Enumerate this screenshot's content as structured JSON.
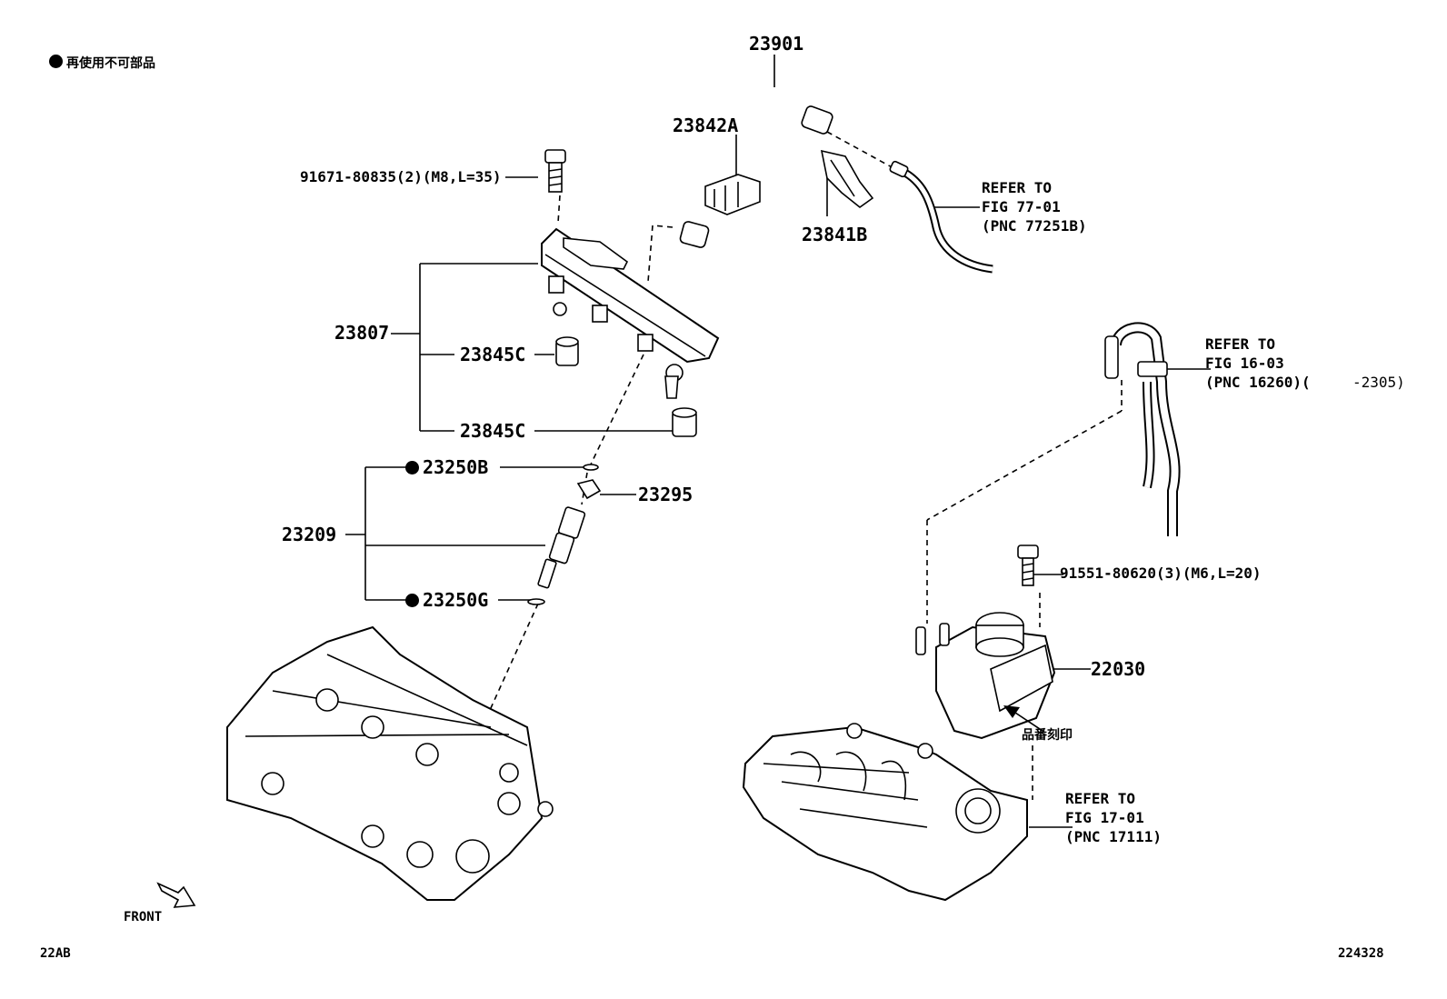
{
  "legend": {
    "text": "再使用不可部品"
  },
  "parts": {
    "p23901": "23901",
    "p23842A": "23842A",
    "p23841B": "23841B",
    "bolt1": "91671-80835(2)(M8,L=35)",
    "p23807": "23807",
    "p23845C_a": "23845C",
    "p23845C_b": "23845C",
    "p23250B": "23250B",
    "p23295": "23295",
    "p23209": "23209",
    "p23250G": "23250G",
    "bolt2": "91551-80620(3)(M6,L=20)",
    "p22030": "22030",
    "stamp": "品番刻印"
  },
  "refs": {
    "fig77": "REFER TO\nFIG 77-01\n(PNC 77251B)",
    "fig16": "REFER TO\nFIG 16-03\n(PNC 16260)(",
    "fig16_suffix": "-2305)",
    "fig17": "REFER TO\nFIG 17-01\n(PNC 17111)"
  },
  "front": "FRONT",
  "corner_left": "22AB",
  "corner_right": "224328"
}
